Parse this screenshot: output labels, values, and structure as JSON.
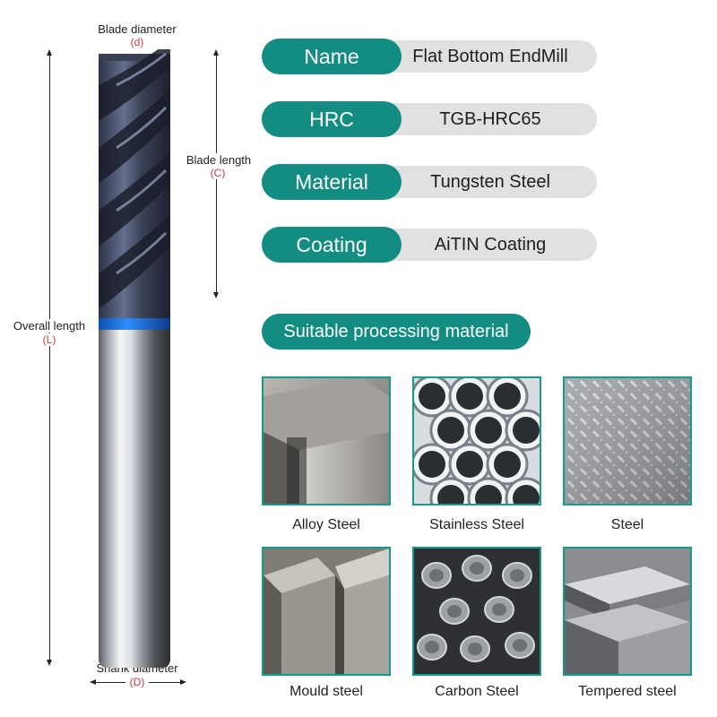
{
  "dimensions": {
    "blade_diameter": {
      "label": "Blade diameter",
      "code": "(d)"
    },
    "blade_length": {
      "label": "Blade length",
      "code": "(C)"
    },
    "overall_length": {
      "label": "Overall length",
      "code": "(L)"
    },
    "shank_diameter": {
      "label": "Shank diameter",
      "code": "(D)"
    }
  },
  "specs": [
    {
      "key": "Name",
      "value": "Flat Bottom EndMill"
    },
    {
      "key": "HRC",
      "value": "TGB-HRC65"
    },
    {
      "key": "Material",
      "value": "Tungsten Steel"
    },
    {
      "key": "Coating",
      "value": "AiTIN Coating"
    }
  ],
  "section_title": "Suitable processing material",
  "materials": [
    {
      "label": "Alloy Steel",
      "image": "alloy-steel-block-image"
    },
    {
      "label": "Stainless Steel",
      "image": "stainless-steel-tubes-image"
    },
    {
      "label": "Steel",
      "image": "diamond-plate-steel-image"
    },
    {
      "label": "Mould steel",
      "image": "mould-steel-bars-image"
    },
    {
      "label": "Carbon Steel",
      "image": "carbon-steel-rods-image"
    },
    {
      "label": "Tempered steel",
      "image": "tempered-steel-plates-image"
    }
  ],
  "colors": {
    "accent": "#138d82",
    "value_bg": "#e1e1e1",
    "dimension_code": "#d8343a",
    "coating_band": "#1a6fe0"
  }
}
